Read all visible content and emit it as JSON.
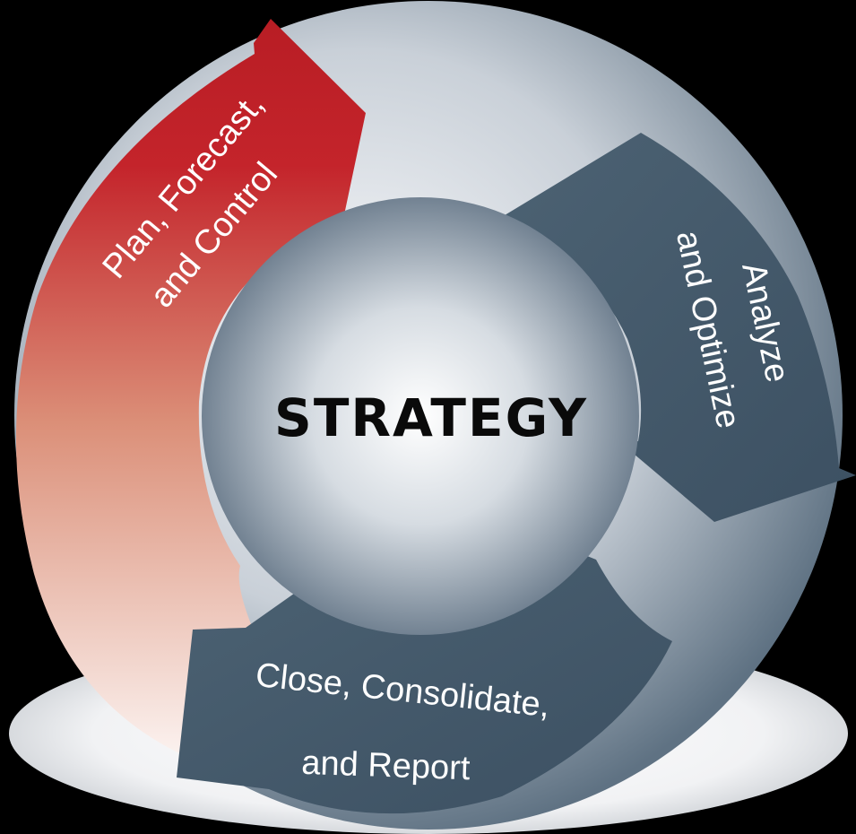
{
  "center": {
    "label": "STRATEGY"
  },
  "segments": [
    {
      "id": "plan",
      "lines": [
        "Plan, Forecast,",
        "and Control"
      ],
      "color": "#c0232a"
    },
    {
      "id": "analyze",
      "lines": [
        "Analyze",
        "and Optimize"
      ],
      "color": "#445a6c"
    },
    {
      "id": "close",
      "lines": [
        "Close, Consolidate,",
        "and Report"
      ],
      "color": "#445a6c"
    }
  ]
}
